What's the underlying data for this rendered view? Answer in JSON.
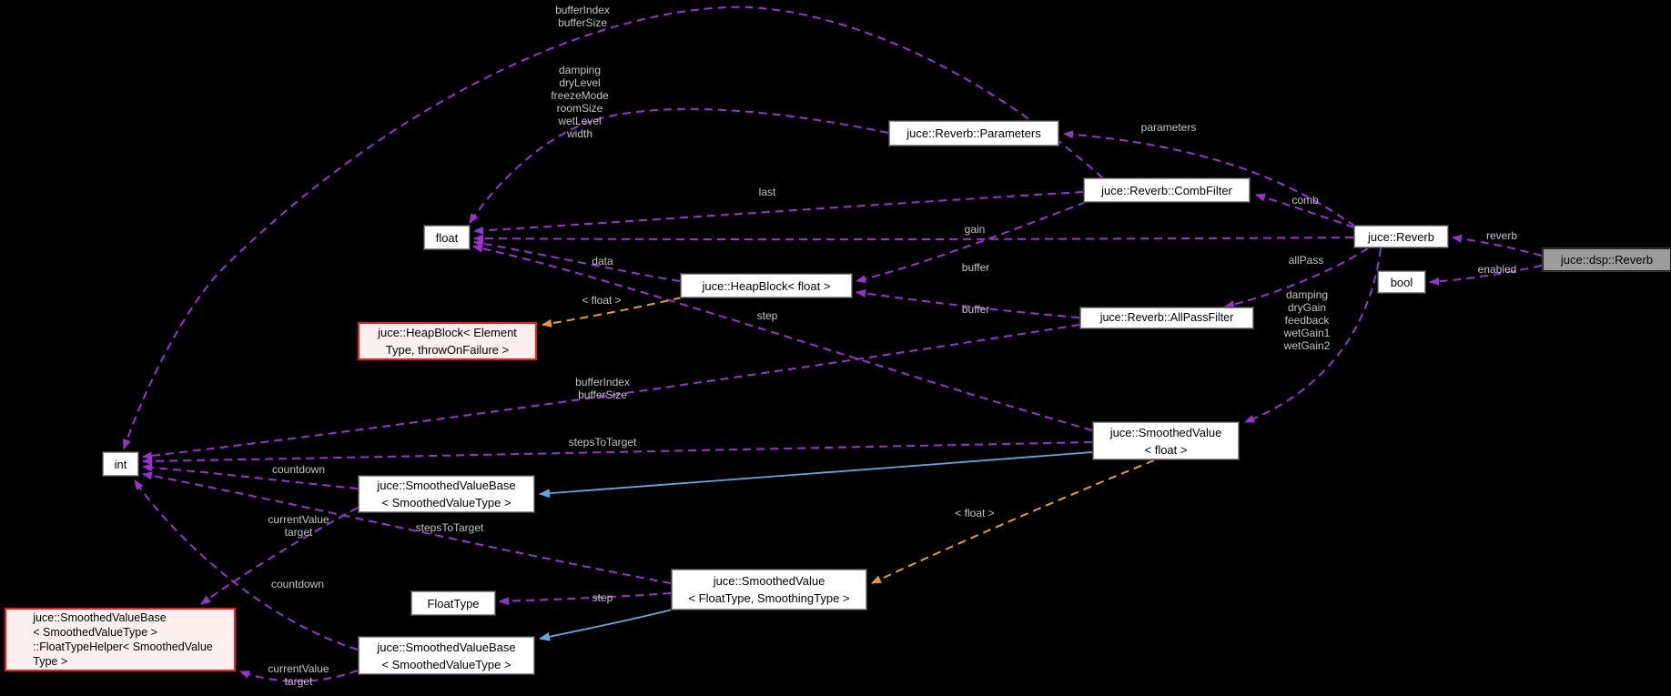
{
  "diagram": {
    "title": "juce::dsp::Reverb collaboration graph",
    "colors": {
      "background": "#000000",
      "edge_purple": "#9b30d5",
      "edge_orange": "#e8992e",
      "edge_blue": "#5ca9e6",
      "node_fill": "#ffffff",
      "main_node_fill": "#9c9c9c",
      "truncated_node_fill": "#fdf0ee",
      "truncated_node_border": "#ff1414",
      "label_text": "#c4c4c4"
    },
    "nodes": [
      {
        "id": "float",
        "label": "float"
      },
      {
        "id": "int",
        "label": "int"
      },
      {
        "id": "reverb-parameters",
        "label": "juce::Reverb::Parameters"
      },
      {
        "id": "reverb-combfilter",
        "label": "juce::Reverb::CombFilter"
      },
      {
        "id": "reverb",
        "label": "juce::Reverb"
      },
      {
        "id": "dsp-reverb",
        "label": "juce::dsp::Reverb"
      },
      {
        "id": "bool",
        "label": "bool"
      },
      {
        "id": "heapblock-float",
        "label": "juce::HeapBlock< float >"
      },
      {
        "id": "heapblock-elementtype",
        "label": "juce::HeapBlock< Element\nType, throwOnFailure >"
      },
      {
        "id": "reverb-allpassfilter",
        "label": "juce::Reverb::AllPassFilter"
      },
      {
        "id": "smoothedvalue-float",
        "label": "juce::SmoothedValue\n< float >"
      },
      {
        "id": "smoothedvaluebase-1",
        "label": "juce::SmoothedValueBase\n< SmoothedValueType >"
      },
      {
        "id": "floattype",
        "label": "FloatType"
      },
      {
        "id": "smoothedvalue-template",
        "label": "juce::SmoothedValue\n< FloatType, SmoothingType >"
      },
      {
        "id": "smoothedvaluebase-2",
        "label": "juce::SmoothedValueBase\n< SmoothedValueType >"
      },
      {
        "id": "floattypehelper",
        "label": "juce::SmoothedValueBase\n< SmoothedValueType >\n::FloatTypeHelper< SmoothedValue\nType >"
      }
    ],
    "edge_labels": [
      {
        "text": "bufferIndex\nbufferSize"
      },
      {
        "text": "damping\ndryLevel\nfreezeMode\nroomSize\nwetLevel\nwidth"
      },
      {
        "text": "last"
      },
      {
        "text": "parameters"
      },
      {
        "text": "gain"
      },
      {
        "text": "comb"
      },
      {
        "text": "data"
      },
      {
        "text": "buffer"
      },
      {
        "text": "reverb"
      },
      {
        "text": "allPass"
      },
      {
        "text": "enabled"
      },
      {
        "text": "< float >"
      },
      {
        "text": "step"
      },
      {
        "text": "buffer"
      },
      {
        "text": "damping\ndryGain\nfeedback\nwetGain1\nwetGain2"
      },
      {
        "text": "bufferIndex\nbufferSize"
      },
      {
        "text": "stepsToTarget"
      },
      {
        "text": "countdown"
      },
      {
        "text": "currentValue\ntarget"
      },
      {
        "text": "stepsToTarget"
      },
      {
        "text": "< float >"
      },
      {
        "text": "countdown"
      },
      {
        "text": "step"
      },
      {
        "text": "currentValue\ntarget"
      }
    ]
  }
}
